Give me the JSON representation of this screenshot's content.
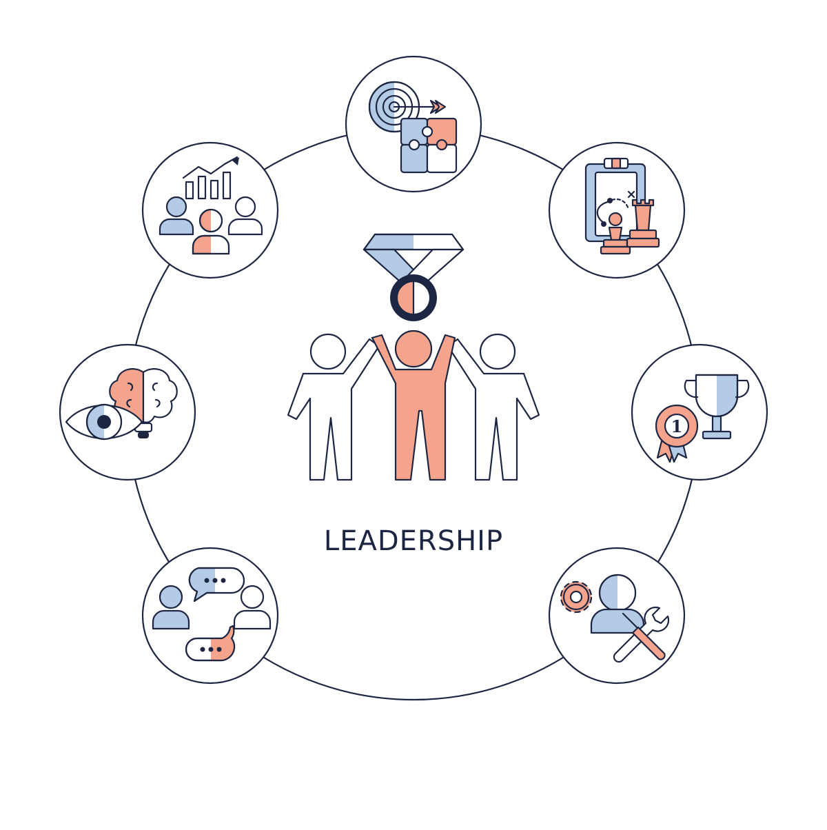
{
  "diagram": {
    "title": "LEADERSHIP",
    "colors": {
      "outline": "#1c2541",
      "blue": "#b4cbe6",
      "orange": "#f4a48c",
      "background": "#ffffff"
    },
    "nodes": [
      {
        "id": "goals",
        "icon": "target-puzzle-icon"
      },
      {
        "id": "strategy",
        "icon": "chess-clipboard-icon"
      },
      {
        "id": "achievement",
        "icon": "trophy-medal-icon"
      },
      {
        "id": "skills",
        "icon": "person-tools-icon"
      },
      {
        "id": "communication",
        "icon": "dialogue-icon"
      },
      {
        "id": "vision",
        "icon": "eye-brain-icon"
      },
      {
        "id": "growth",
        "icon": "team-growth-chart-icon"
      }
    ],
    "center_icons": [
      "medal-icon",
      "team-celebration-icon"
    ],
    "medal_number": "1"
  }
}
